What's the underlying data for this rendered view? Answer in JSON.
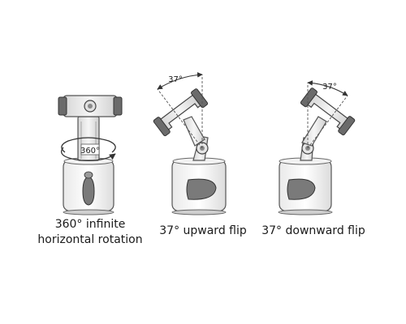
{
  "panels": [
    {
      "id": "rotation",
      "angle_label": "360°",
      "caption_line1": "360° infinite",
      "caption_line2": "horizontal rotation"
    },
    {
      "id": "upward",
      "angle_label": "37°",
      "caption_line1": "37° upward flip"
    },
    {
      "id": "downward",
      "angle_label": "37°",
      "caption_line1": "37° downward flip"
    }
  ]
}
